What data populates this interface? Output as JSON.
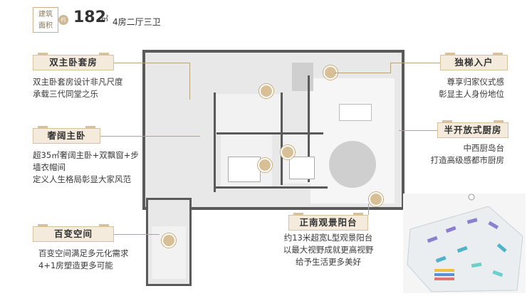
{
  "header": {
    "badge_line1": "建筑",
    "badge_line2": "面积",
    "badge_dot": "约",
    "area": "182",
    "unit": "㎡",
    "rooms": "4房二厅三卫"
  },
  "features": {
    "master_suites": {
      "title": "双主卧套房",
      "lines": [
        "双主卧套房设计非凡尺度",
        "承载三代同堂之乐"
      ]
    },
    "luxury_master": {
      "title": "奢阔主卧",
      "lines": [
        "超35㎡奢阔主卧+双飘窗+步",
        "墙衣帽间",
        "定义人生格局彰显大家风范"
      ]
    },
    "flex_space": {
      "title": "百变空间",
      "lines": [
        "百变空间满足多元化需求",
        "4+1房塑造更多可能"
      ]
    },
    "private_elevator": {
      "title": "独梯入户",
      "lines": [
        "尊享归家仪式感",
        "彰显主人身份地位"
      ]
    },
    "open_kitchen": {
      "title": "半开放式厨房",
      "lines": [
        "中西厨岛台",
        "打造高级感都市厨房"
      ]
    },
    "south_balcony": {
      "title": "正南观景阳台",
      "lines": [
        "约13米超宽L型观景阳台",
        "以最大视野成就更高视野",
        "给予生活更多美好"
      ]
    }
  },
  "colors": {
    "accent": "#d8c29e",
    "tag_bg": "#f4ebdd",
    "marker": "#d9bf95"
  }
}
